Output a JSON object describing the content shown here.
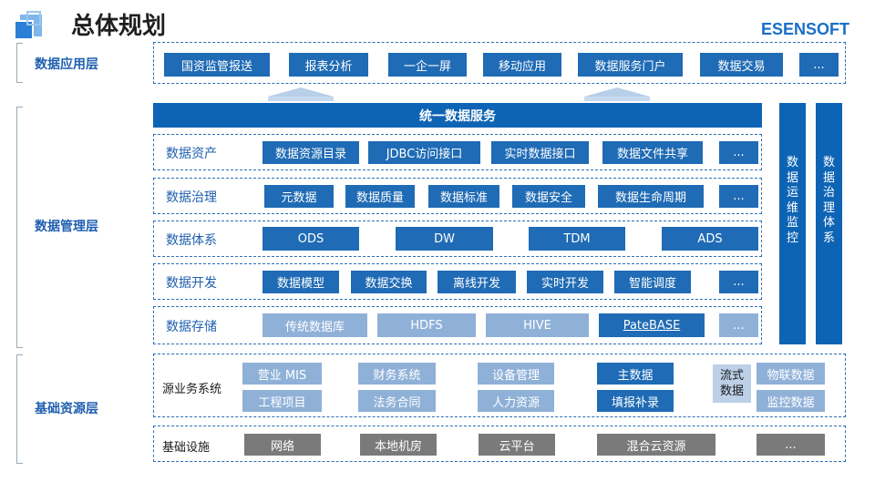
{
  "header": {
    "title": "总体规划",
    "brand": "ESENSOFT"
  },
  "layers": {
    "app": "数据应用层",
    "mgmt": "数据管理层",
    "base": "基础资源层"
  },
  "app_layer": {
    "items": [
      "国资监管报送",
      "报表分析",
      "一企一屏",
      "移动应用",
      "数据服务门户",
      "数据交易",
      "..."
    ]
  },
  "service_band": "统一数据服务",
  "side_columns": [
    "数据运维监控",
    "数据治理体系"
  ],
  "mgmt_rows": [
    {
      "label": "数据资产",
      "items": [
        "数据资源目录",
        "JDBC访问接口",
        "实时数据接口",
        "数据文件共享",
        "..."
      ]
    },
    {
      "label": "数据治理",
      "items": [
        "元数据",
        "数据质量",
        "数据标准",
        "数据安全",
        "数据生命周期",
        "..."
      ]
    },
    {
      "label": "数据体系",
      "items": [
        "ODS",
        "DW",
        "TDM",
        "ADS"
      ]
    },
    {
      "label": "数据开发",
      "items": [
        "数据模型",
        "数据交换",
        "离线开发",
        "实时开发",
        "智能调度",
        "..."
      ]
    },
    {
      "label": "数据存储",
      "items": [
        "传统数据库",
        "HDFS",
        "HIVE",
        "PateBASE",
        "..."
      ]
    }
  ],
  "source_systems": {
    "label": "源业务系统",
    "items": [
      "营业 MIS",
      "财务系统",
      "设备管理",
      "主数据",
      "工程项目",
      "法务合同",
      "人力资源",
      "填报补录"
    ],
    "stream_label": "流式数据",
    "stream_items": [
      "物联数据",
      "监控数据"
    ]
  },
  "infrastructure": {
    "label": "基础设施",
    "items": [
      "网络",
      "本地机房",
      "云平台",
      "混合云资源",
      "..."
    ]
  }
}
